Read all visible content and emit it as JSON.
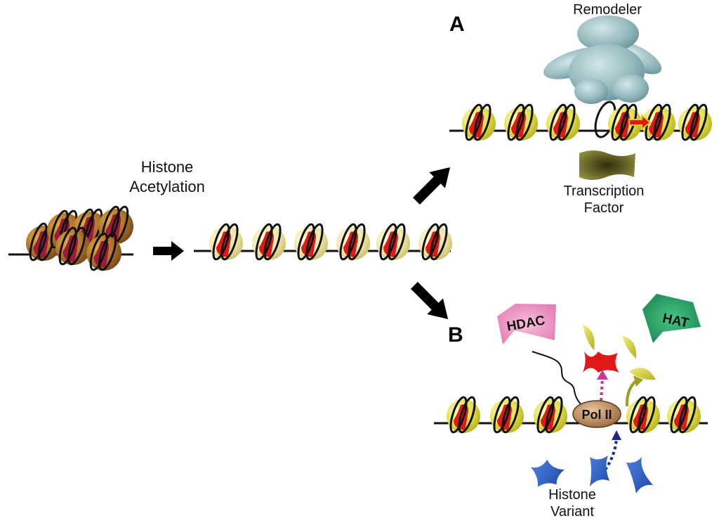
{
  "labels": {
    "histone_acetylation": [
      "Histone",
      "Acetylation"
    ],
    "remodeler": "Remodeler",
    "transcription_factor": [
      "Transcription",
      "Factor"
    ],
    "histone_variant": [
      "Histone",
      "Variant"
    ],
    "panel_a": "A",
    "panel_b": "B",
    "hdac": "HDAC",
    "hat": "HAT",
    "pol2": "Pol II"
  },
  "colors": {
    "nucleosome_yellow": "#d8d63a",
    "compact_orange": "#b07a2a",
    "histone_red": "#e01818",
    "dna": "#111111",
    "remodeler": "#8fb4b8",
    "transcription_factor": "#6b6a2a",
    "hdac": "#e98bbf",
    "hat": "#2aa86a",
    "pol2": "#b4855a",
    "histone_variant": "#2f5fc4",
    "arrow_magenta": "#c23a9a",
    "arrow_olive": "#9e9e20",
    "arrow_navy": "#1d2a8a"
  }
}
